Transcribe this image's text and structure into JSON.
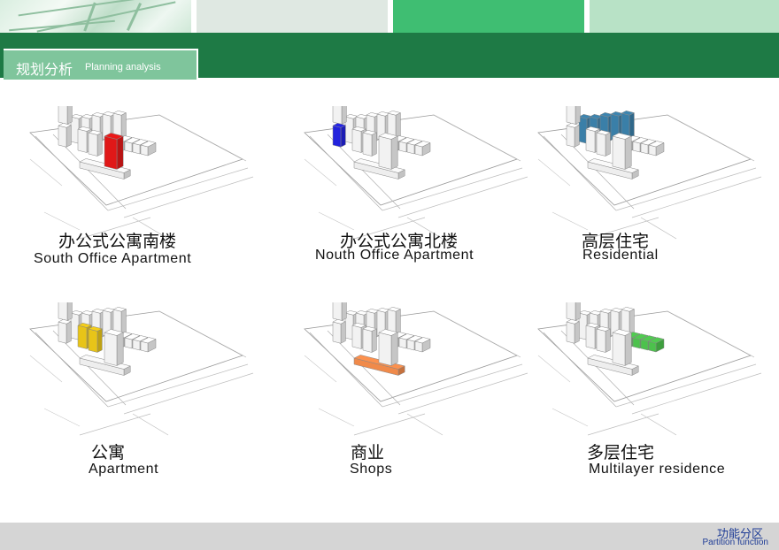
{
  "header": {
    "title_zh": "规划分析",
    "title_en": "Planning analysis"
  },
  "colors": {
    "dark_green": "#1e7a45",
    "mid_green": "#3fbe72",
    "light_green": "#b8e2c6",
    "title_tab": "#7fc59c",
    "footer_text": "#1e3c96"
  },
  "panels": [
    {
      "label_zh": "办公式公寓南楼",
      "label_en": "South Office  Apartment",
      "highlight_color": "#e01818"
    },
    {
      "label_zh": "办公式公寓北楼",
      "label_en": "Nouth Office  Apartment",
      "highlight_color": "#2222dd"
    },
    {
      "label_zh": "高层住宅",
      "label_en": "Residential",
      "highlight_color": "#3a7fa8"
    },
    {
      "label_zh": "公寓",
      "label_en": "Apartment",
      "highlight_color": "#e8c418"
    },
    {
      "label_zh": "商业",
      "label_en": "Shops",
      "highlight_color": "#f08a4a"
    },
    {
      "label_zh": "多层住宅",
      "label_en": "Multilayer residence",
      "highlight_color": "#4cc24c"
    }
  ],
  "footer": {
    "label_zh": "功能分区",
    "label_en": "Partition function"
  }
}
